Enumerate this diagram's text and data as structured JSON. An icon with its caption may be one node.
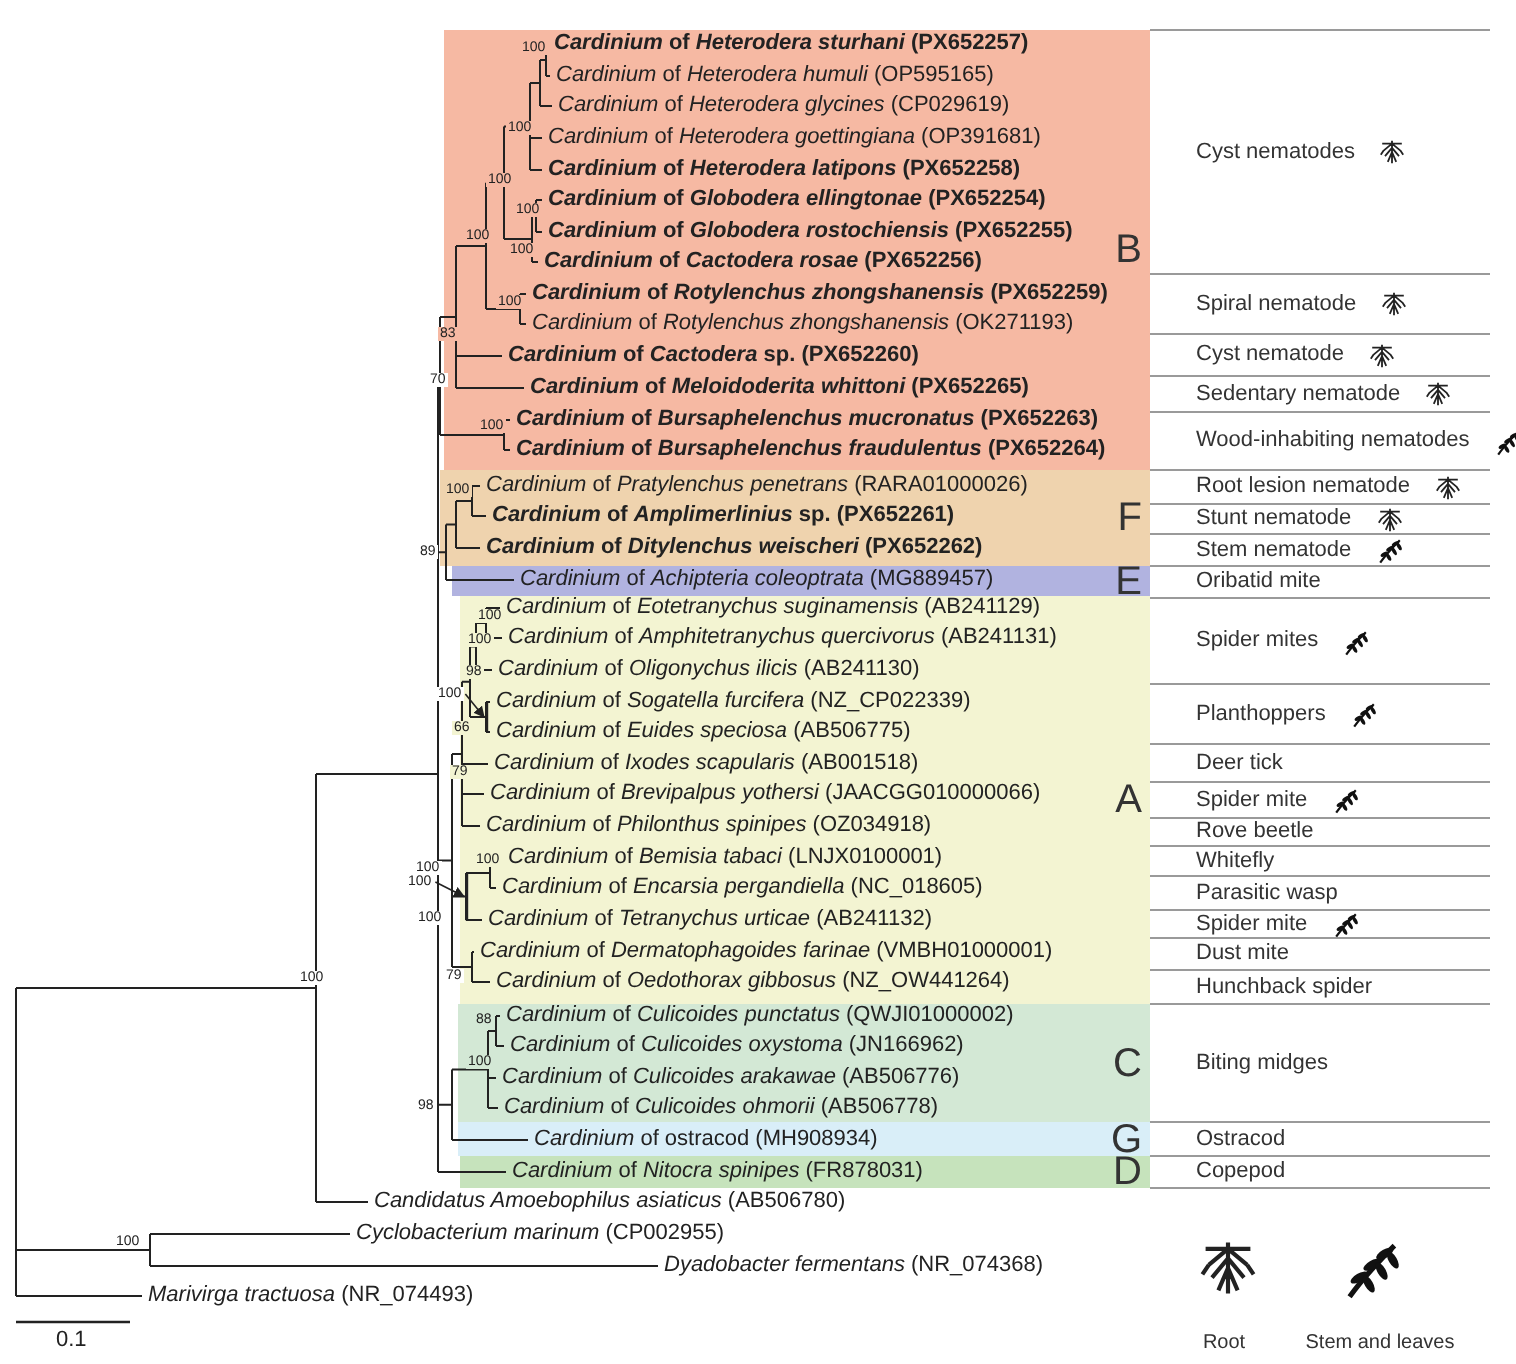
{
  "diagram": {
    "nodes": [
      {
        "text": [
          "B"
        ]
      },
      {
        "text": [
          "F"
        ]
      },
      {
        "text": [
          "E"
        ]
      },
      {
        "text": [
          "A"
        ]
      },
      {
        "text": [
          "C"
        ]
      },
      {
        "text": [
          "G"
        ]
      },
      {
        "text": [
          "D"
        ]
      },
      {
        "text": [
          "100"
        ]
      },
      {
        "text": [
          "100"
        ]
      },
      {
        "text": [],
        "shape": "line",
        "in": 3
      },
      {
        "text": [],
        "shape": "line",
        "in": 3
      }
    ],
    "edges": [
      {
        "from": 7,
        "to": 9,
        "arrow": "to"
      },
      {
        "from": 8,
        "to": 10,
        "arrow": "to"
      }
    ],
    "labels": [
      "*Cardinium* of *Heterodera sturhani* (PX652257)",
      "*Cardinium* of *Heterodera humuli* (OP595165)",
      "*Cardinium* of *Heterodera glycines* (CP029619)",
      "*Cardinium* of *Heterodera goettingiana* (OP391681)",
      "*Cardinium* of *Heterodera latipons* (PX652258)",
      "*Cardinium* of *Globodera ellingtonae* (PX652254)",
      "*Cardinium* of *Globodera rostochiensis* (PX652255)",
      "*Cardinium* of *Cactodera rosae* (PX652256)",
      "*Cardinium* of *Rotylenchus zhongshanensis* (PX652259)",
      "*Cardinium* of *Rotylenchus zhongshanensis* (OK271193)",
      "*Cardinium* of *Cactodera* sp. (PX652260)",
      "*Cardinium* of *Meloidoderita whittoni* (PX652265)",
      "*Cardinium* of *Bursaphelenchus mucronatus* (PX652263)",
      "*Cardinium* of *Bursaphelenchus fraudulentus* (PX652264)",
      "*Cardinium* of *Pratylenchus penetrans* (RARA01000026)",
      "*Cardinium* of *Amplimerlinius* sp. (PX652261)",
      "*Cardinium* of *Ditylenchus weischeri* (PX652262)",
      "*Cardinium* of *Achipteria coleoptrata* (MG889457)",
      "*Cardinium* of *Eotetranychus suginamensis* (AB241129)",
      "*Cardinium* of *Amphitetranychus quercivorus* (AB241131)",
      "*Cardinium* of *Oligonychus ilicis* (AB241130)",
      "*Cardinium* of *Sogatella furcifera* (NZ_CP022339)",
      "*Cardinium* of *Euides speciosa* (AB506775)",
      "*Cardinium* of *Ixodes scapularis* (AB001518)",
      "*Cardinium* of *Brevipalpus yothersi* (JAACGG010000066)",
      "*Cardinium* of *Philonthus spinipes* (OZ034918)",
      "*Cardinium* of *Bemisia tabaci* (LNJX0100001)",
      "*Cardinium* of *Encarsia pergandiella* (NC_018605)",
      "*Cardinium* of *Tetranychus urticae* (AB241132)",
      "*Cardinium* of *Dermatophagoides farinae* (VMBH01000001)",
      "*Cardinium* of *Oedothorax gibbosus* (NZ_OW441264)",
      "*Cardinium* of *Culicoides punctatus* (QWJI01000002)",
      "*Cardinium* of *Culicoides oxystoma* (JN166962)",
      "*Cardinium* of *Culicoides arakawae* (AB506776)",
      "*Cardinium* of *Culicoides ohmorii* (AB506778)",
      "*Cardinium* of ostracod (MH908934)",
      "*Cardinium* of *Nitocra spinipes* (FR878031)",
      "*Candidatus Amoebophilus asiaticus* (AB506780)",
      "*Cyclobacterium marinum* (CP002955)",
      "*Dyadobacter fermentans* (NR_074368)",
      "*Marivirga tractuosa* (NR_074493)",
      "100",
      "100",
      "100",
      "100",
      "100",
      "100",
      "100",
      "83",
      "70",
      "100",
      "100",
      "89",
      "100",
      "100",
      "98",
      "66",
      "79",
      "100",
      "100",
      "100",
      "79",
      "100",
      "88",
      "100",
      "98",
      "100",
      "Cyst nematodes",
      "Spiral nematode",
      "Cyst nematode",
      "Sedentary nematode",
      "Wood-inhabiting nematodes",
      "Root lesion nematode",
      "Stunt nematode",
      "Stem nematode",
      "Oribatid mite",
      "Spider mites",
      "Planthoppers",
      "Deer tick",
      "Spider mite",
      "Rove beetle",
      "Whitefly",
      "Parasitic wasp",
      "Spider mite",
      "Dust mite",
      "Hunchback spider",
      "Biting midges",
      "Ostracod",
      "Copepod",
      "0.1"
    ],
    "legend": [
      {
        "text": "Root"
      },
      {
        "text": "Stem and leaves"
      }
    ]
  }
}
